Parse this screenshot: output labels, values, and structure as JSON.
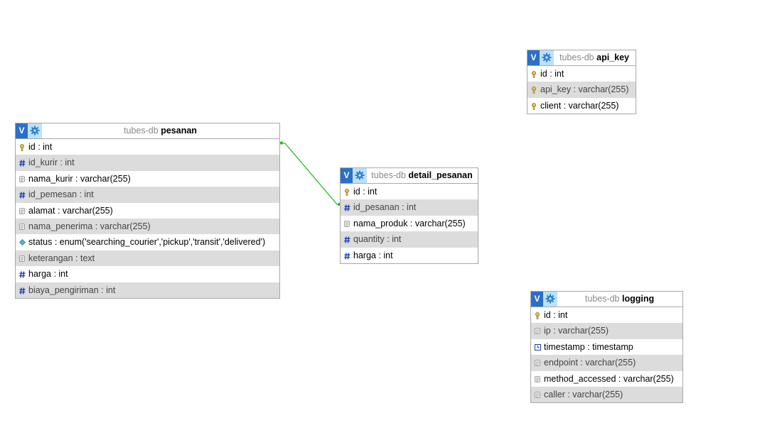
{
  "colors": {
    "relation_line": "#22c022",
    "header_v": "#2b6fc9",
    "header_gear_bg": "#bfe0f7",
    "alt_row": "#dcdcdc"
  },
  "tables": [
    {
      "db": "tubes-db",
      "name": "pesanan",
      "columns": [
        {
          "text": "id : int",
          "icon": "key-icon"
        },
        {
          "text": "id_kurir : int",
          "icon": "hash-icon"
        },
        {
          "text": "nama_kurir : varchar(255)",
          "icon": "text-icon"
        },
        {
          "text": "id_pemesan : int",
          "icon": "hash-icon"
        },
        {
          "text": "alamat : varchar(255)",
          "icon": "text-icon"
        },
        {
          "text": "nama_penerima : varchar(255)",
          "icon": "text-icon"
        },
        {
          "text": "status : enum('searching_courier','pickup','transit','delivered')",
          "icon": "enum-icon"
        },
        {
          "text": "keterangan : text",
          "icon": "text-icon"
        },
        {
          "text": "harga : int",
          "icon": "hash-icon"
        },
        {
          "text": "biaya_pengiriman : int",
          "icon": "hash-icon"
        }
      ]
    },
    {
      "db": "tubes-db",
      "name": "detail_pesanan",
      "columns": [
        {
          "text": "id : int",
          "icon": "key-icon"
        },
        {
          "text": "id_pesanan : int",
          "icon": "hash-icon"
        },
        {
          "text": "nama_produk : varchar(255)",
          "icon": "text-icon"
        },
        {
          "text": "quantity : int",
          "icon": "hash-icon"
        },
        {
          "text": "harga : int",
          "icon": "hash-icon"
        }
      ]
    },
    {
      "db": "tubes-db",
      "name": "api_key",
      "columns": [
        {
          "text": "id : int",
          "icon": "key-icon"
        },
        {
          "text": "api_key : varchar(255)",
          "icon": "key-icon"
        },
        {
          "text": "client : varchar(255)",
          "icon": "key-icon"
        }
      ]
    },
    {
      "db": "tubes-db",
      "name": "logging",
      "columns": [
        {
          "text": "id : int",
          "icon": "key-icon"
        },
        {
          "text": "ip : varchar(255)",
          "icon": "text-icon"
        },
        {
          "text": "timestamp : timestamp",
          "icon": "clock-icon"
        },
        {
          "text": "endpoint : varchar(255)",
          "icon": "text-icon"
        },
        {
          "text": "method_accessed : varchar(255)",
          "icon": "text-icon"
        },
        {
          "text": "caller : varchar(255)",
          "icon": "text-icon"
        }
      ]
    }
  ],
  "header_toggle_label": "V"
}
